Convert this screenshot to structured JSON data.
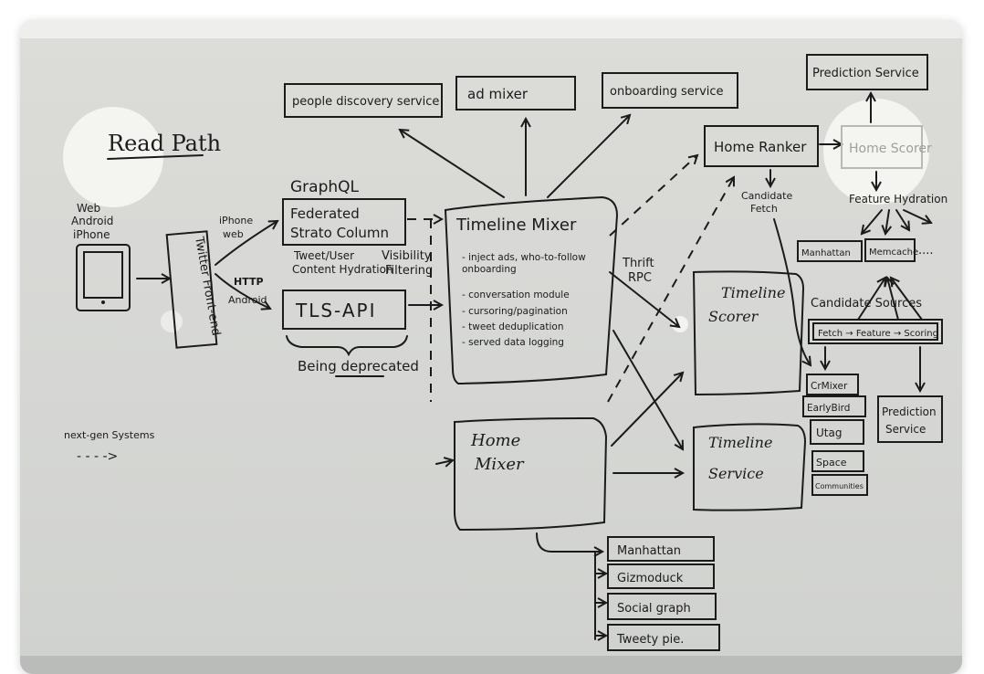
{
  "title": "Read Path",
  "clients": {
    "lines": [
      "Web",
      "Android",
      "iPhone"
    ]
  },
  "frontend": {
    "label": "Twitter Front-end"
  },
  "edges": {
    "iphone_web": [
      "iPhone",
      "web"
    ],
    "http": "HTTP",
    "android": "Android",
    "thrift_rpc": [
      "Thrift",
      "RPC"
    ]
  },
  "graphql": {
    "title": "GraphQL",
    "federated_lines": [
      "Federated",
      "Strato Column"
    ],
    "hydration_lines": [
      "Tweet/User",
      "Content Hydration"
    ],
    "visibility_lines": [
      "Visibility",
      "Filtering"
    ]
  },
  "tls_api": {
    "label": "TLS-API",
    "note": "Being deprecated"
  },
  "top_services": [
    "people discovery service",
    "ad mixer",
    "onboarding service"
  ],
  "timeline_mixer": {
    "title": "Timeline Mixer",
    "items": [
      "- inject ads, who-to-follow",
      "  onboarding",
      "- conversation module",
      "- cursoring/pagination",
      "- tweet deduplication",
      "- served data logging"
    ]
  },
  "home_mixer": {
    "lines": [
      "Home",
      "Mixer"
    ]
  },
  "home_mixer_deps": [
    "Manhattan",
    "Gizmoduck",
    "Social graph",
    "Tweety pie."
  ],
  "timeline_scorer": {
    "lines": [
      "Timeline",
      "Scorer"
    ]
  },
  "timeline_service": {
    "lines": [
      "Timeline",
      "Service"
    ]
  },
  "home_ranker": {
    "label": "Home Ranker",
    "note_lines": [
      "Candidate",
      "Fetch"
    ]
  },
  "prediction_service_top": "Prediction Service",
  "home_scorer": "Home Scorer",
  "feature_hydration": {
    "label": "Feature Hydration",
    "stores": [
      "Manhattan",
      "Memcache",
      "...."
    ]
  },
  "candidate_sources": {
    "label": "Candidate Sources",
    "pipeline": "Fetch → Feature → Scoring",
    "items": [
      "CrMixer",
      "EarlyBird",
      "Utag",
      "Space",
      "Communities"
    ]
  },
  "prediction_service_right": [
    "Prediction",
    "Service"
  ],
  "legend": {
    "label": "next-gen Systems",
    "symbol": "- - - ->"
  }
}
